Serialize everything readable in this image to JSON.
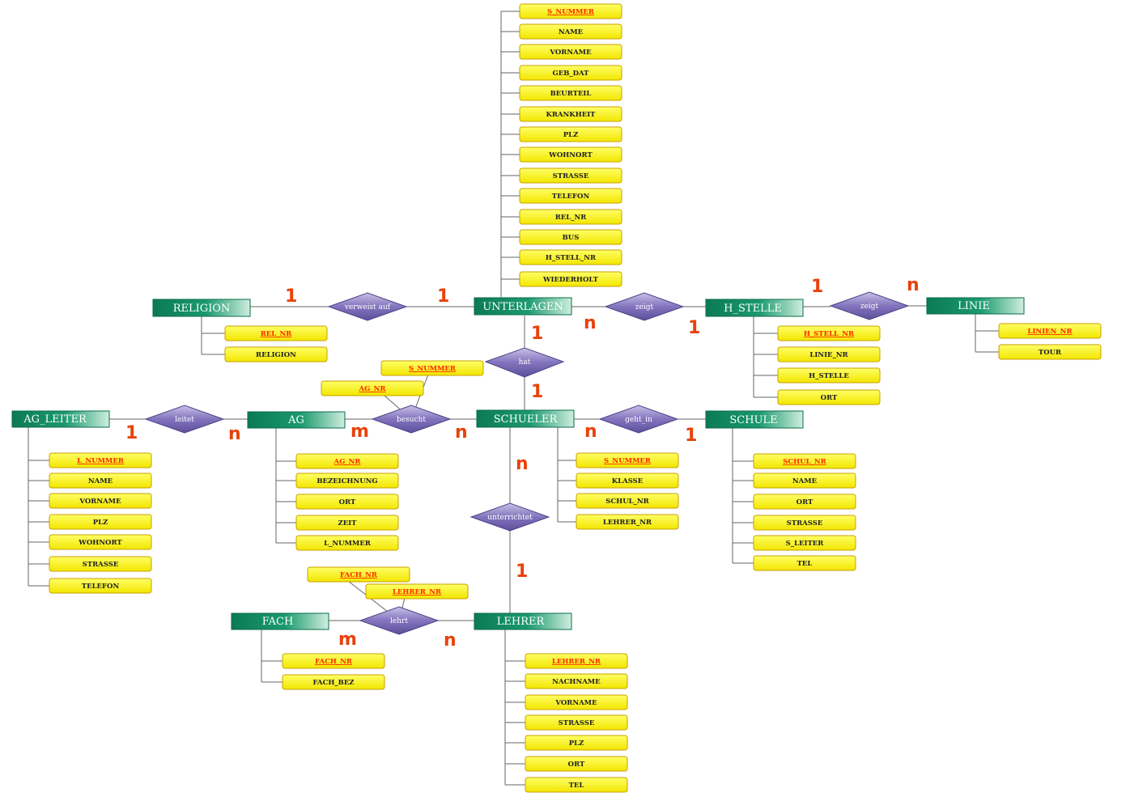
{
  "colors": {
    "entity_dark": "#0b7a55",
    "entity_light": "#cfeee0",
    "attribute_fill": "#ffff33",
    "attribute_border": "#c8a000",
    "relation_fill": "#6e60a8",
    "relation_light": "#c9c2e6",
    "key_text": "#ff2a00",
    "cardinality": "#e8420c",
    "line": "#666666"
  },
  "entities": {
    "unterlagen": "UNTERLAGEN",
    "religion": "RELIGION",
    "h_stelle": "H_STELLE",
    "linie": "LINIE",
    "schueler": "SCHUELER",
    "ag": "AG",
    "ag_leiter": "AG_LEITER",
    "schule": "SCHULE",
    "fach": "FACH",
    "lehrer": "LEHRER"
  },
  "relationships": {
    "verweist_auf": "verweist auf",
    "zeigt_1": "zeigt",
    "zeigt_2": "zeigt",
    "hat": "hat",
    "besucht": "besucht",
    "leitet": "leitet",
    "geht_in": "geht_in",
    "unterrichtet": "unterrichtet",
    "lehrt": "lehrt"
  },
  "attributes": {
    "unterlagen": [
      {
        "label": "S_NUMMER",
        "key": true
      },
      {
        "label": "NAME",
        "key": false
      },
      {
        "label": "VORNAME",
        "key": false
      },
      {
        "label": "GEB_DAT",
        "key": false
      },
      {
        "label": "BEURTEIL",
        "key": false
      },
      {
        "label": "KRANKHEIT",
        "key": false
      },
      {
        "label": "PLZ",
        "key": false
      },
      {
        "label": "WOHNORT",
        "key": false
      },
      {
        "label": "STRASSE",
        "key": false
      },
      {
        "label": "TELEFON",
        "key": false
      },
      {
        "label": "REL_NR",
        "key": false
      },
      {
        "label": "BUS",
        "key": false
      },
      {
        "label": "H_STELL_NR",
        "key": false
      },
      {
        "label": "WIEDERHOLT",
        "key": false
      }
    ],
    "religion": [
      {
        "label": "REL_NR",
        "key": true
      },
      {
        "label": "RELIGION",
        "key": false
      }
    ],
    "h_stelle": [
      {
        "label": "H_STELL_NR",
        "key": true
      },
      {
        "label": "LINIE_NR",
        "key": false
      },
      {
        "label": "H_STELLE",
        "key": false
      },
      {
        "label": "ORT",
        "key": false
      }
    ],
    "linie": [
      {
        "label": "LINIEN_NR",
        "key": true
      },
      {
        "label": "TOUR",
        "key": false
      }
    ],
    "schueler": [
      {
        "label": "S_NUMMER",
        "key": true
      },
      {
        "label": "KLASSE",
        "key": false
      },
      {
        "label": "SCHUL_NR",
        "key": false
      },
      {
        "label": "LEHRER_NR",
        "key": false
      }
    ],
    "ag": [
      {
        "label": "AG_NR",
        "key": true
      },
      {
        "label": "BEZEICHNUNG",
        "key": false
      },
      {
        "label": "ORT",
        "key": false
      },
      {
        "label": "ZEIT",
        "key": false
      },
      {
        "label": "L_NUMMER",
        "key": false
      }
    ],
    "ag_leiter": [
      {
        "label": "L_NUMMER",
        "key": true
      },
      {
        "label": "NAME",
        "key": false
      },
      {
        "label": "VORNAME",
        "key": false
      },
      {
        "label": "PLZ",
        "key": false
      },
      {
        "label": "WOHNORT",
        "key": false
      },
      {
        "label": "STRASSE",
        "key": false
      },
      {
        "label": "TELEFON",
        "key": false
      }
    ],
    "schule": [
      {
        "label": "SCHUL_NR",
        "key": true
      },
      {
        "label": "NAME",
        "key": false
      },
      {
        "label": "ORT",
        "key": false
      },
      {
        "label": "STRASSE",
        "key": false
      },
      {
        "label": "S_LEITER",
        "key": false
      },
      {
        "label": "TEL",
        "key": false
      }
    ],
    "fach": [
      {
        "label": "FACH_NR",
        "key": true
      },
      {
        "label": "FACH_BEZ",
        "key": false
      }
    ],
    "lehrer": [
      {
        "label": "LEHRER_NR",
        "key": true
      },
      {
        "label": "NACHNAME",
        "key": false
      },
      {
        "label": "VORNAME",
        "key": false
      },
      {
        "label": "STRASSE",
        "key": false
      },
      {
        "label": "PLZ",
        "key": false
      },
      {
        "label": "ORT",
        "key": false
      },
      {
        "label": "TEL",
        "key": false
      }
    ],
    "besucht": [
      {
        "label": "S_NUMMER",
        "key": true
      },
      {
        "label": "AG_NR",
        "key": true
      }
    ],
    "lehrt": [
      {
        "label": "FACH_NR",
        "key": true
      },
      {
        "label": "LEHRER_NR",
        "key": true
      }
    ]
  },
  "cardinalities": {
    "religion_verweist": "1",
    "unterlagen_verweist": "1",
    "unterlagen_zeigt": "n",
    "hstelle_zeigt": "1",
    "hstelle_zeigt2": "1",
    "linie_zeigt2": "n",
    "unterlagen_hat": "1",
    "schueler_hat": "1",
    "agleiter_leitet": "1",
    "ag_leitet": "n",
    "ag_besucht": "m",
    "schueler_besucht": "n",
    "schueler_gehtin": "n",
    "schule_gehtin": "1",
    "schueler_unterrichtet": "n",
    "lehrer_unterrichtet": "1",
    "fach_lehrt": "m",
    "lehrer_lehrt": "n"
  }
}
